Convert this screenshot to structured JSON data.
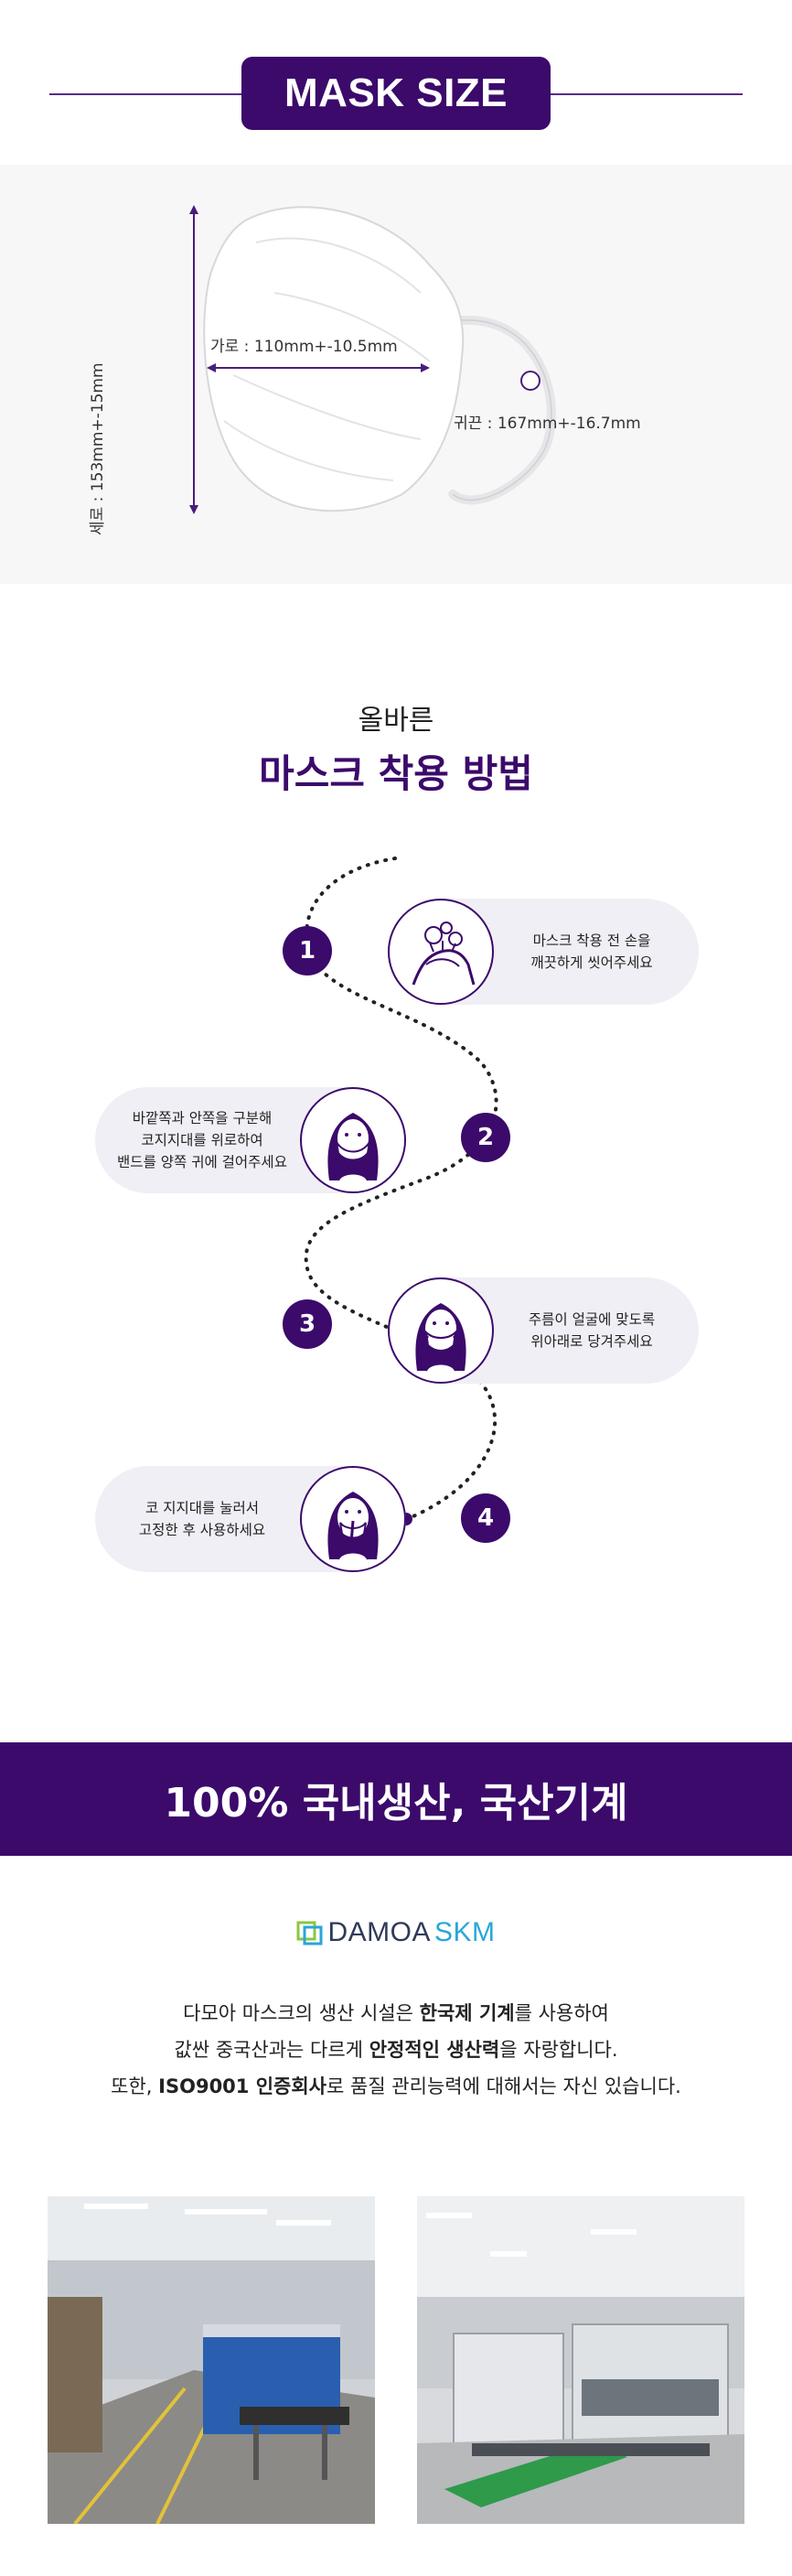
{
  "header": {
    "title": "MASK SIZE"
  },
  "mask_size": {
    "height_label": "세로 : 153mm+-15mm",
    "width_label": "가로 : 110mm+-10.5mm",
    "ear_label": "귀끈 : 167mm+-16.7mm"
  },
  "method": {
    "subtitle": "올바른",
    "title": "마스크 착용 방법",
    "steps": [
      {
        "number": "1",
        "text": "마스크 착용 전 손을\n깨끗하게 씻어주세요"
      },
      {
        "number": "2",
        "text": "바깥쪽과 안쪽을 구분해\n코지지대를 위로하여\n밴드를 양쪽 귀에 걸어주세요"
      },
      {
        "number": "3",
        "text": "주름이 얼굴에 맞도록\n위아래로 당겨주세요"
      },
      {
        "number": "4",
        "text": "코 지지대를 눌러서\n고정한 후 사용하세요"
      }
    ]
  },
  "banner": {
    "text": "100% 국내생산, 국산기계"
  },
  "brand": {
    "name": "DAMOA",
    "suffix": "SKM"
  },
  "description": {
    "line1": [
      "다모아 마스크의 생산 시설은 ",
      "한국제 기계",
      "를 사용하여"
    ],
    "line2": [
      "값싼 중국산과는 다르게 ",
      "안정적인 생산력",
      "을 자랑합니다."
    ],
    "line3": [
      "또한, ",
      "ISO9001 인증회사",
      "로 품질 관리능력에 대해서는 자신 있습니다."
    ]
  },
  "colors": {
    "primary": "#3b0a6b",
    "pill_bg": "#f0eff5",
    "brand_blue": "#2aa6d8"
  },
  "icons": [
    "hand-wash-icon",
    "woman-ear-loop-icon",
    "woman-adjust-mask-icon",
    "woman-press-nose-icon",
    "damoa-logo-icon"
  ]
}
